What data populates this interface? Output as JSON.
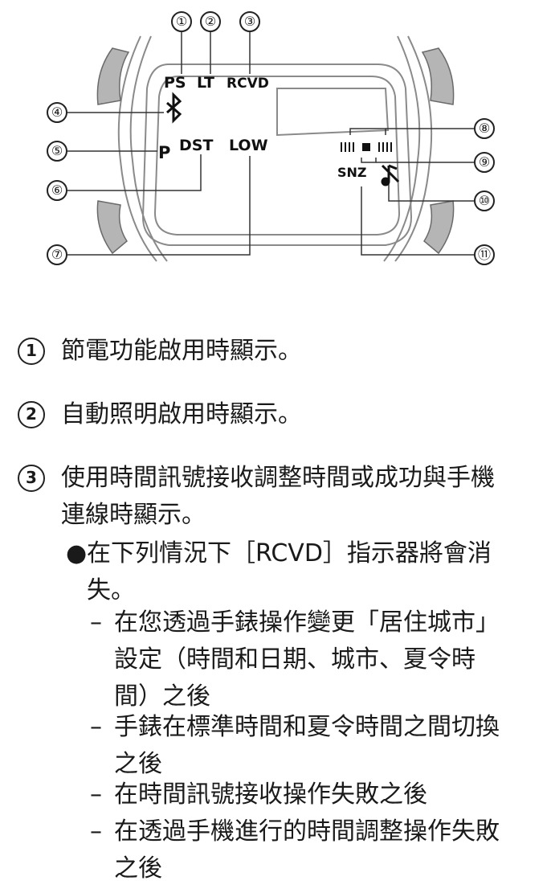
{
  "diagram": {
    "callout_numbers": [
      "①",
      "②",
      "③",
      "④",
      "⑤",
      "⑥",
      "⑦",
      "⑧",
      "⑨",
      "⑩",
      "⑪"
    ],
    "indicators": {
      "ps": "PS",
      "lt": "LT",
      "rcvd": "RCVD",
      "p": "P",
      "dst": "DST",
      "low": "LOW",
      "snz": "SNZ"
    },
    "icons": [
      "bluetooth-icon",
      "signal-level-icon",
      "alarm-icon"
    ]
  },
  "items": [
    {
      "num": "1",
      "text": "節電功能啟用時顯示。"
    },
    {
      "num": "2",
      "text": "自動照明啟用時顯示。"
    },
    {
      "num": "3",
      "line1": "使用時間訊號接收調整時間或成功與手機",
      "line2": "連線時顯示。"
    }
  ],
  "bullet": {
    "line1": "在下列情況下［RCVD］指示器將會消",
    "line2": "失。"
  },
  "subitems": [
    {
      "lines": [
        "在您透過手錶操作變更「居住城市」",
        "設定（時間和日期、城市、夏令時",
        "間）之後"
      ]
    },
    {
      "lines": [
        "手錶在標準時間和夏令時間之間切換",
        "之後"
      ]
    },
    {
      "lines": [
        "在時間訊號接收操作失敗之後"
      ]
    },
    {
      "lines": [
        "在透過手機進行的時間調整操作失敗",
        "之後"
      ]
    }
  ]
}
